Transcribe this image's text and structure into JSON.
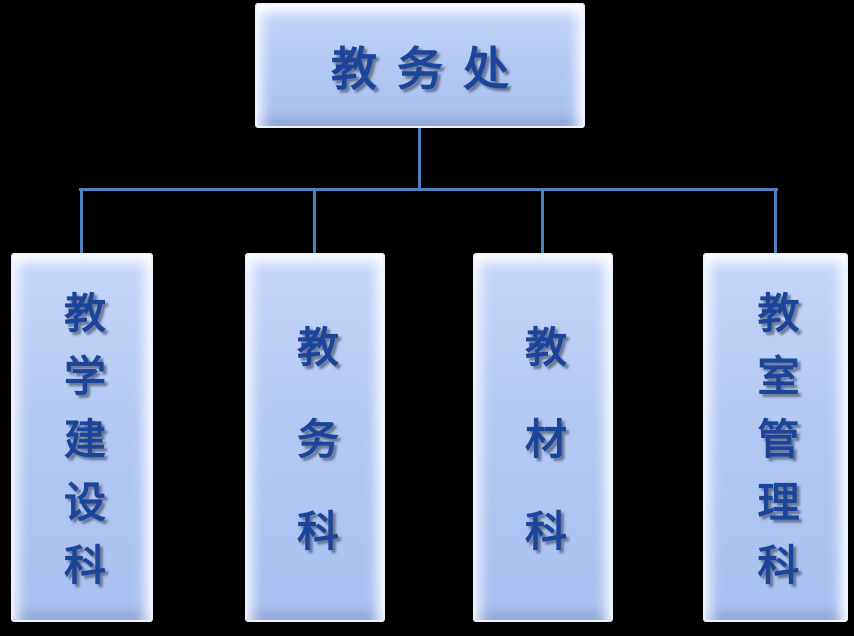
{
  "org_chart": {
    "root": {
      "label": "教务处"
    },
    "departments": [
      {
        "label": "教学建设科"
      },
      {
        "label": "教务科"
      },
      {
        "label": "教材科"
      },
      {
        "label": "教室管理科"
      }
    ]
  },
  "colors": {
    "background": "#000000",
    "box_fill": "#b4c9f3",
    "box_fill_highlight": "#c7d6f8",
    "box_border": "#edf2fe",
    "connector_line": "#4f81bd",
    "label_text": "#1b449b",
    "label_text_shadow": "#4b556e"
  }
}
